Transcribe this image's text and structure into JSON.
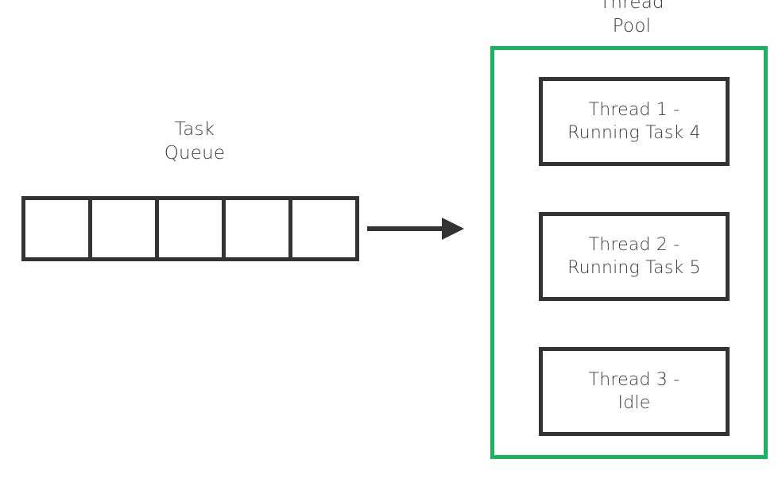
{
  "diagram": {
    "title_visible": false,
    "colors": {
      "stroke": "#333333",
      "pool_accent": "#1db25e",
      "text": "#3a3a3a",
      "background": "#ffffff"
    }
  },
  "task_queue": {
    "label": "Task\nQueue",
    "cell_count": 5,
    "cells": [
      {
        "label": ""
      },
      {
        "label": ""
      },
      {
        "label": ""
      },
      {
        "label": ""
      },
      {
        "label": ""
      }
    ]
  },
  "flow": {
    "arrow_direction": "right",
    "arrow_label": ""
  },
  "thread_pool": {
    "label": "Thread\nPool",
    "threads": [
      {
        "label": "Thread 1 -\nRunning Task 4"
      },
      {
        "label": "Thread 2 -\nRunning Task 5"
      },
      {
        "label": "Thread 3 -\nIdle"
      }
    ]
  }
}
